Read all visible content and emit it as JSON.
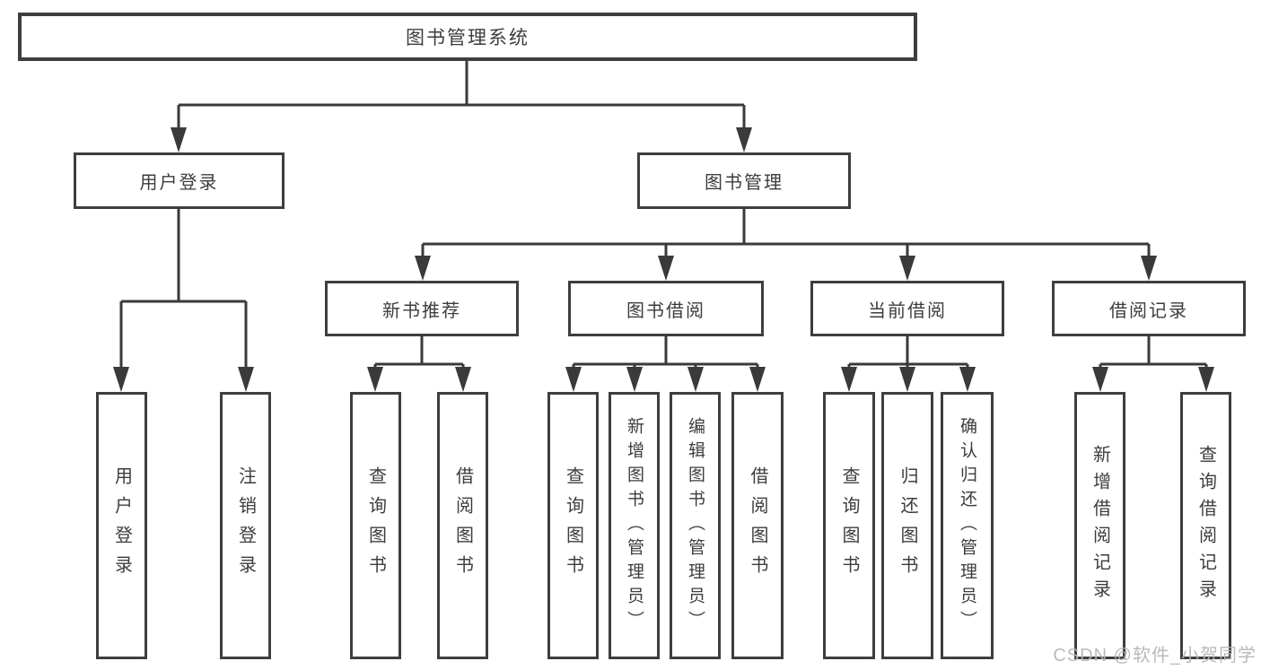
{
  "diagram_title": "图书管理系统",
  "tree": {
    "label": "图书管理系统",
    "children": [
      {
        "label": "用户登录",
        "children": [
          {
            "label": "用户登录"
          },
          {
            "label": "注销登录"
          }
        ]
      },
      {
        "label": "图书管理",
        "children": [
          {
            "label": "新书推荐",
            "children": [
              {
                "label": "查询图书"
              },
              {
                "label": "借阅图书"
              }
            ]
          },
          {
            "label": "图书借阅",
            "children": [
              {
                "label": "查询图书"
              },
              {
                "label": "新增图书（管理员）"
              },
              {
                "label": "编辑图书（管理员）"
              },
              {
                "label": "借阅图书"
              }
            ]
          },
          {
            "label": "当前借阅",
            "children": [
              {
                "label": "查询图书"
              },
              {
                "label": "归还图书"
              },
              {
                "label": "确认归还（管理员）"
              }
            ]
          },
          {
            "label": "借阅记录",
            "children": [
              {
                "label": "新增借阅记录"
              },
              {
                "label": "查询借阅记录"
              }
            ]
          }
        ]
      }
    ]
  },
  "colors": {
    "line": "#3a3a3a",
    "border": "#3e3e3e",
    "text": "#3d3d3d",
    "watermark": "#b5b5b5"
  },
  "watermark": {
    "text": "CSDN @软件_小贺同学"
  }
}
